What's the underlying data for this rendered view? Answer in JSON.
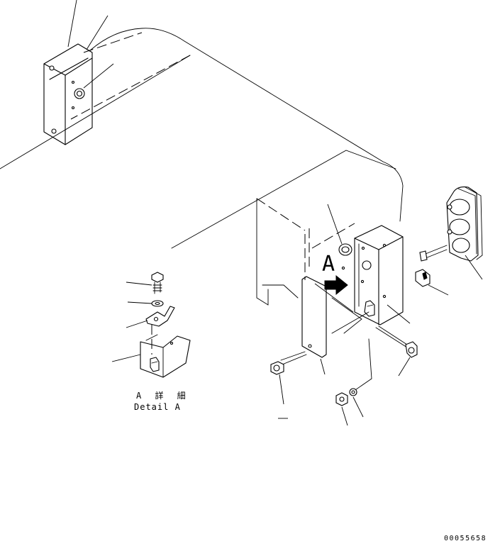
{
  "view_label": "A",
  "detail": {
    "title_jp": "A 詳 細",
    "title_en": "Detail A"
  },
  "drawing_number": "00055658"
}
